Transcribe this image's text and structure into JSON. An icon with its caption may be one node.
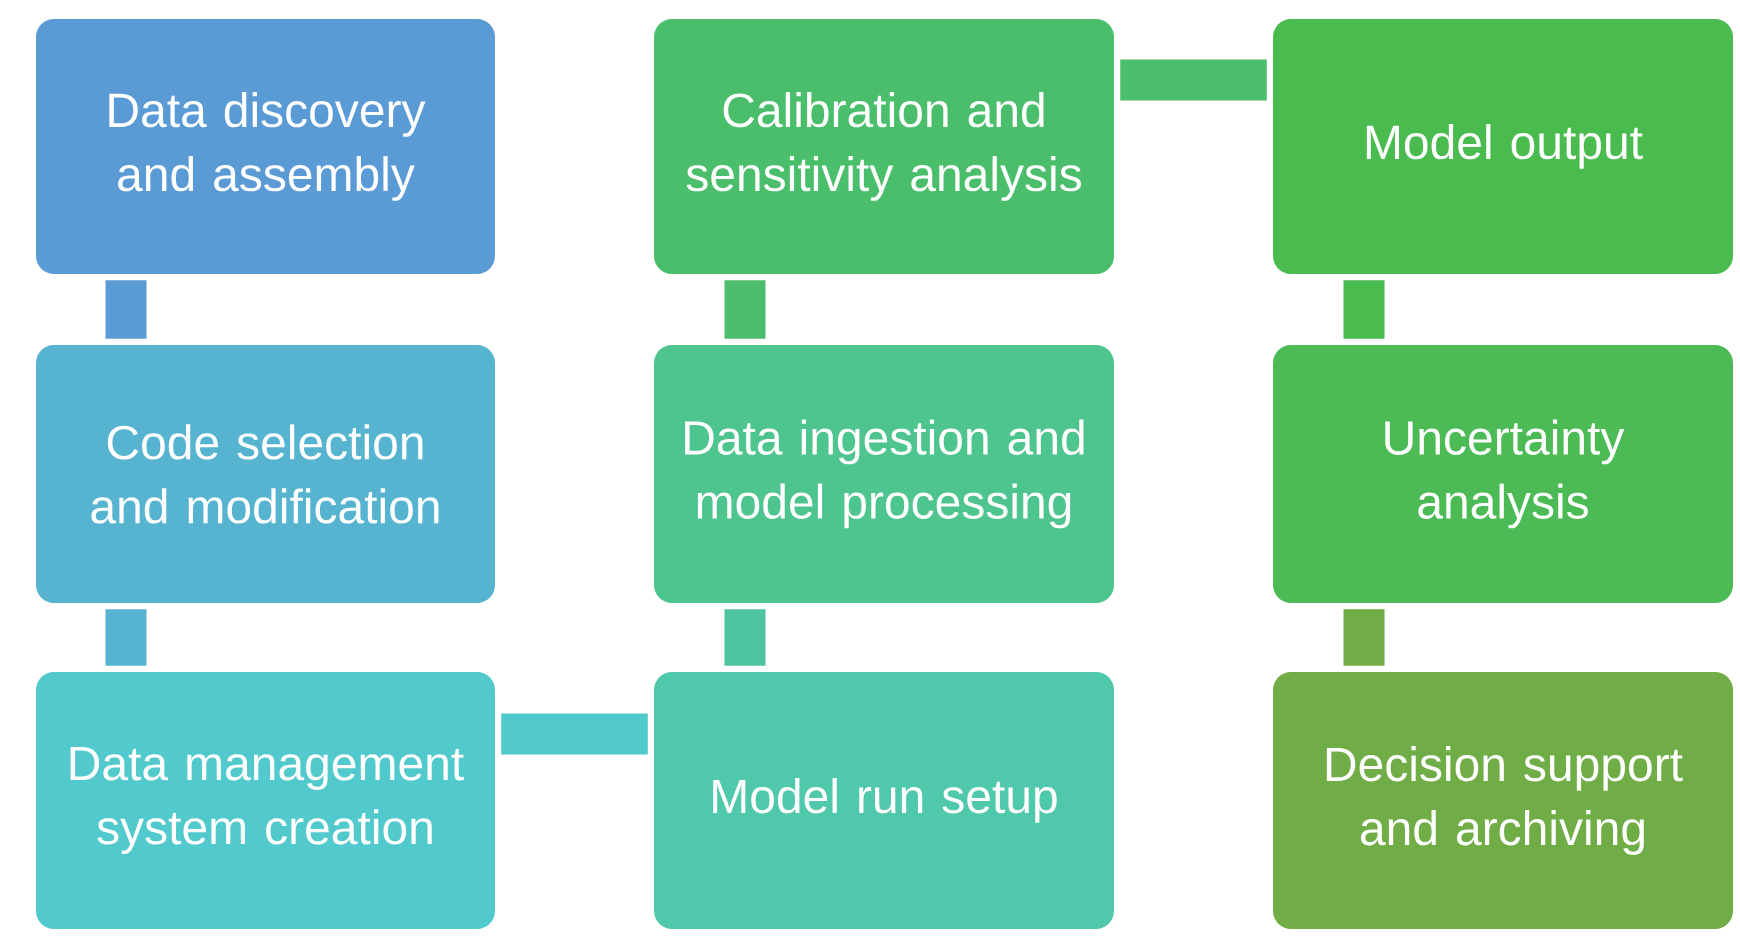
{
  "diagram": {
    "nodes": [
      {
        "text": [
          "Data discovery and assembly"
        ]
      },
      {
        "text": [
          "Code selection and modification"
        ]
      },
      {
        "text": [
          "Data management system creation"
        ]
      },
      {
        "text": [
          "Model run setup"
        ]
      },
      {
        "text": [
          "Data ingestion and model processing"
        ]
      },
      {
        "text": [
          "Calibration and sensitivity analysis"
        ]
      },
      {
        "text": [
          "Model output"
        ]
      },
      {
        "text": [
          "Uncertainty analysis"
        ]
      },
      {
        "text": [
          "Decision support and archiving"
        ]
      }
    ],
    "edges": [
      {
        "from": 0,
        "to": 1,
        "arrow": "none",
        "color": "#5b9bd5"
      },
      {
        "from": 1,
        "to": 2,
        "arrow": "none",
        "color": "#56b4d0"
      },
      {
        "from": 2,
        "to": 3,
        "arrow": "none",
        "color": "#52c9cc"
      },
      {
        "from": 3,
        "to": 4,
        "arrow": "none",
        "color": "#4ec4a0"
      },
      {
        "from": 4,
        "to": 5,
        "arrow": "none",
        "color": "#4cbe6c"
      },
      {
        "from": 5,
        "to": 6,
        "arrow": "none",
        "color": "#4cbe6c"
      },
      {
        "from": 6,
        "to": 7,
        "arrow": "none",
        "color": "#4abb4f"
      },
      {
        "from": 7,
        "to": 8,
        "arrow": "none",
        "color": "#70ad47"
      }
    ]
  }
}
